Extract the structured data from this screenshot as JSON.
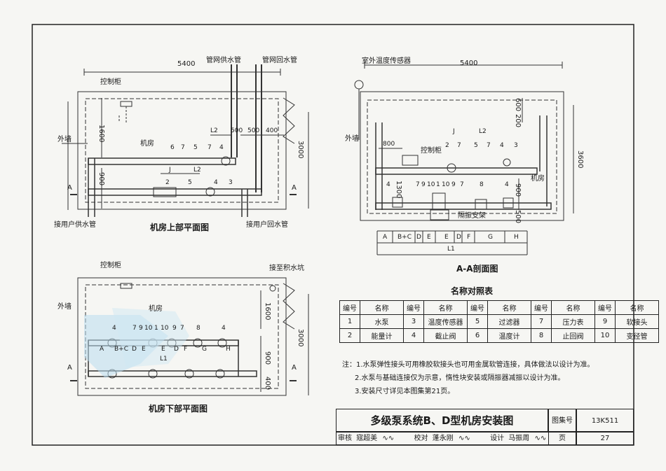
{
  "plan_upper": {
    "title": "机房上部平面图",
    "dim_5400": "5400",
    "supply_pipe": "管网供水管",
    "return_pipe": "管网回水管",
    "control_cabinet": "控制柜",
    "outer_wall": "外墙",
    "room": "机房",
    "user_supply": "接用户供水管",
    "user_return": "接用户回水管",
    "dims": [
      "1600",
      "900",
      "500",
      "500",
      "400",
      "3000",
      "L2",
      "J",
      "L2"
    ],
    "nums_top": [
      "6",
      "7",
      "5",
      "7",
      "4"
    ],
    "nums_bottom": [
      "2",
      "5",
      "4",
      "3"
    ],
    "section": "A"
  },
  "plan_lower": {
    "title": "机房下部平面图",
    "control_cabinet": "控制柜",
    "sump": "接至积水坑",
    "outer_wall": "外墙",
    "room": "机房",
    "dims": [
      "1600",
      "3000",
      "900",
      "400"
    ],
    "nums": [
      "4",
      "7",
      "9",
      "10",
      "1",
      "10",
      "9",
      "7",
      "8",
      "4"
    ],
    "grid": [
      "A",
      "B+C",
      "D",
      "E",
      "E",
      "D",
      "F",
      "G",
      "H"
    ],
    "l1": "L1",
    "section": "A"
  },
  "section_aa": {
    "title": "A-A剖面图",
    "sensor": "室外温度传感器",
    "dim_5400": "5400",
    "outer_wall": "外墙",
    "control_cabinet": "控制柜",
    "room": "机房",
    "isolator": "隔振支架",
    "dims": [
      "600",
      "200",
      "800",
      "1300",
      "900",
      "500",
      "3600",
      "J",
      "L2"
    ],
    "nums_top": [
      "2",
      "7",
      "5",
      "7",
      "4",
      "3"
    ],
    "nums_mid": [
      "4",
      "7",
      "9",
      "10",
      "1",
      "10",
      "9",
      "7",
      "8",
      "4"
    ],
    "grid": [
      "A",
      "B+C",
      "D",
      "E",
      "E",
      "D",
      "F",
      "G",
      "H"
    ],
    "l1": "L1"
  },
  "legend": {
    "title": "名称对照表",
    "header": [
      "编号",
      "名称",
      "编号",
      "名称",
      "编号",
      "名称",
      "编号",
      "名称",
      "编号",
      "名称"
    ],
    "rows": [
      [
        "1",
        "水泵",
        "3",
        "温度传感器",
        "5",
        "过滤器",
        "7",
        "压力表",
        "9",
        "软接头"
      ],
      [
        "2",
        "能量计",
        "4",
        "截止阀",
        "6",
        "温度计",
        "8",
        "止回阀",
        "10",
        "变径管"
      ]
    ]
  },
  "notes": [
    "注：1.水泵弹性接头可用橡胶软接头也可用金属软管连接，具体做法以设计为准。",
    "2.水泵与基础连接仅为示意，惰性块安装或隔振器减振以设计为准。",
    "3.安装尺寸详见本图集第21页。"
  ],
  "titleblock": {
    "main": "多级泵系统B、D型机房安装图",
    "atlas_label": "图集号",
    "atlas_no": "13K511",
    "page_label": "页",
    "page_no": "27",
    "review": "审核",
    "reviewer": "寇超美",
    "check": "校对",
    "checker": "蓬永刚",
    "design": "设计",
    "designer": "马振周"
  }
}
